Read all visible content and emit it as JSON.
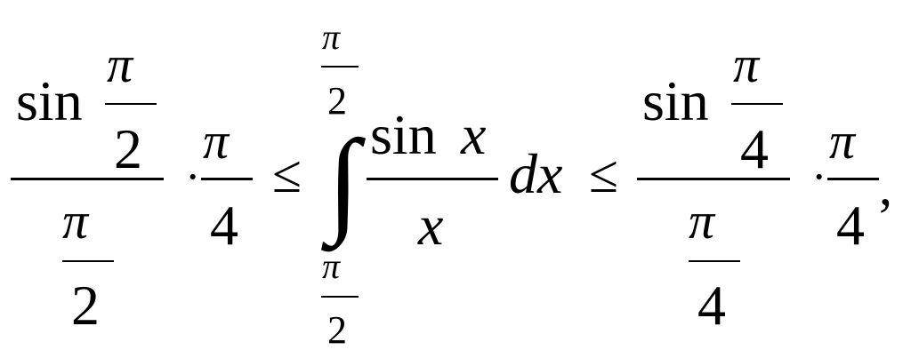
{
  "formula": {
    "left_bound": {
      "numerator_func": "sin",
      "inner_num": "π",
      "inner_den": "2",
      "denominator_num": "π",
      "denominator_den": "2",
      "dot": "·",
      "factor_num": "π",
      "factor_den": "4"
    },
    "relation_1": "≤",
    "integral": {
      "sign": "∫",
      "upper_num": "π",
      "upper_den": "2",
      "lower_num": "π",
      "lower_den": "2",
      "integrand_num_func": "sin",
      "integrand_num_var": "x",
      "integrand_den": "x",
      "differential": "dx"
    },
    "relation_2": "≤",
    "right_bound": {
      "numerator_func": "sin",
      "inner_num": "π",
      "inner_den": "4",
      "denominator_num": "π",
      "denominator_den": "4",
      "dot": "·",
      "factor_num": "π",
      "factor_den": "4"
    },
    "trailing_punct": ","
  }
}
